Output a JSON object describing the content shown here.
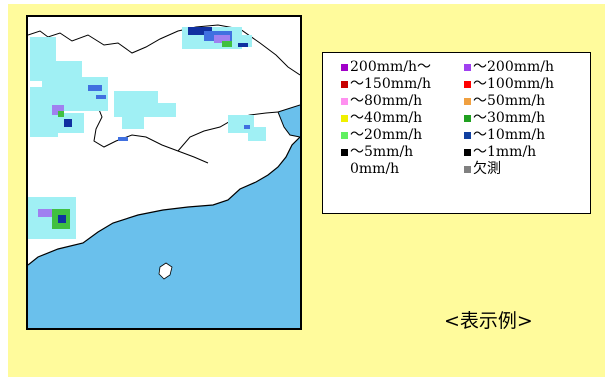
{
  "map": {
    "colors": {
      "land": "#ffffff",
      "sea": "#6ac0ec",
      "light_rain": "#a0f0f4",
      "blue_rain": "#4070e0",
      "violet_rain": "#a080f0",
      "green_rain": "#40c040",
      "navy_rain": "#1030a0"
    }
  },
  "legend": {
    "items": [
      {
        "label": "200mm/h～",
        "color": "#a000c8"
      },
      {
        "label": "～200mm/h",
        "color": "#a040f0"
      },
      {
        "label": "～150mm/h",
        "color": "#c80000"
      },
      {
        "label": "～100mm/h",
        "color": "#ff0000"
      },
      {
        "label": "～80mm/h",
        "color": "#ff90f0"
      },
      {
        "label": "～50mm/h",
        "color": "#f0a040"
      },
      {
        "label": "～40mm/h",
        "color": "#f0f000"
      },
      {
        "label": "～30mm/h",
        "color": "#20a020"
      },
      {
        "label": "～20mm/h",
        "color": "#60f060"
      },
      {
        "label": "～10mm/h",
        "color": "#1040a0"
      },
      {
        "label": "～5mm/h",
        "color": "#000000"
      },
      {
        "label": "～1mm/h",
        "color": "#000000"
      },
      {
        "label": "0mm/h",
        "color": ""
      },
      {
        "label": "欠測",
        "color": "#808080"
      }
    ]
  },
  "caption": "<表示例>"
}
